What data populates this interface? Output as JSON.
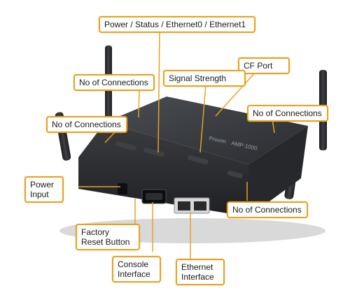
{
  "accent_color": "#e8a21e",
  "device_label": "AMP-1000",
  "brand_label": "Proxim",
  "callouts": {
    "power_status": "Power / Status / Ethernet0 / Ethernet1",
    "cf_port": "CF Port",
    "signal_strength": "Signal Strength",
    "no_conn_top": "No of Connections",
    "no_conn_left": "No of Connections",
    "no_conn_right": "No of Connections",
    "no_conn_bottom": "No of Connections",
    "power_input": "Power\nInput",
    "factory_reset": "Factory\nReset Button",
    "console": "Console\nInterface",
    "ethernet": "Ethernet\nInterface"
  }
}
